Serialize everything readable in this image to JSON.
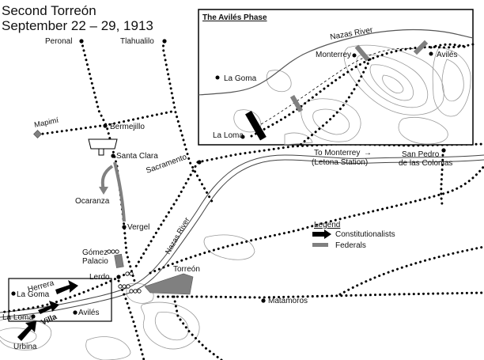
{
  "title": {
    "line1": "Second Torreón",
    "line2": "September 22 – 29, 1913"
  },
  "places": {
    "peronal": "Peronal",
    "tlahualilo": "Tlahualilo",
    "mapimi": "Mapimí",
    "bermejillo": "Bermejillo",
    "santa_clara": "Santa Clara",
    "sacramento": "Sacramento",
    "ocaranza": "Ocaranza",
    "vergel": "Vergel",
    "gomez_palacio_1": "Gómez",
    "gomez_palacio_2": "Palacio",
    "lerdo": "Lerdo",
    "torreon": "Torreón",
    "la_goma": "La Goma",
    "la_loma": "La Loma",
    "aviles": "Avilés",
    "urbina": "Urbina",
    "matamoros": "Matamoros",
    "san_pedro_1": "San Pedro",
    "san_pedro_2": "de las Colonias",
    "to_monterrey_1": "To Monterrey",
    "to_monterrey_2": "(Letona Station)",
    "to_monterrey_arrow": "→",
    "nazas_river": "Nazas River"
  },
  "forces": {
    "herrera": "Herrera",
    "villa": "Villa"
  },
  "legend": {
    "title": "Legend",
    "constitutionalists": "Constitutionalists",
    "federals": "Federals",
    "constitutionalists_color": "#000000",
    "federals_color": "#808080"
  },
  "inset": {
    "title": "The Avilés Phase",
    "nazas_river": "Nazas River",
    "monterrey": "Monterrey",
    "aviles": "Avilés",
    "la_goma": "La Goma",
    "la_loma": "La Loma"
  }
}
